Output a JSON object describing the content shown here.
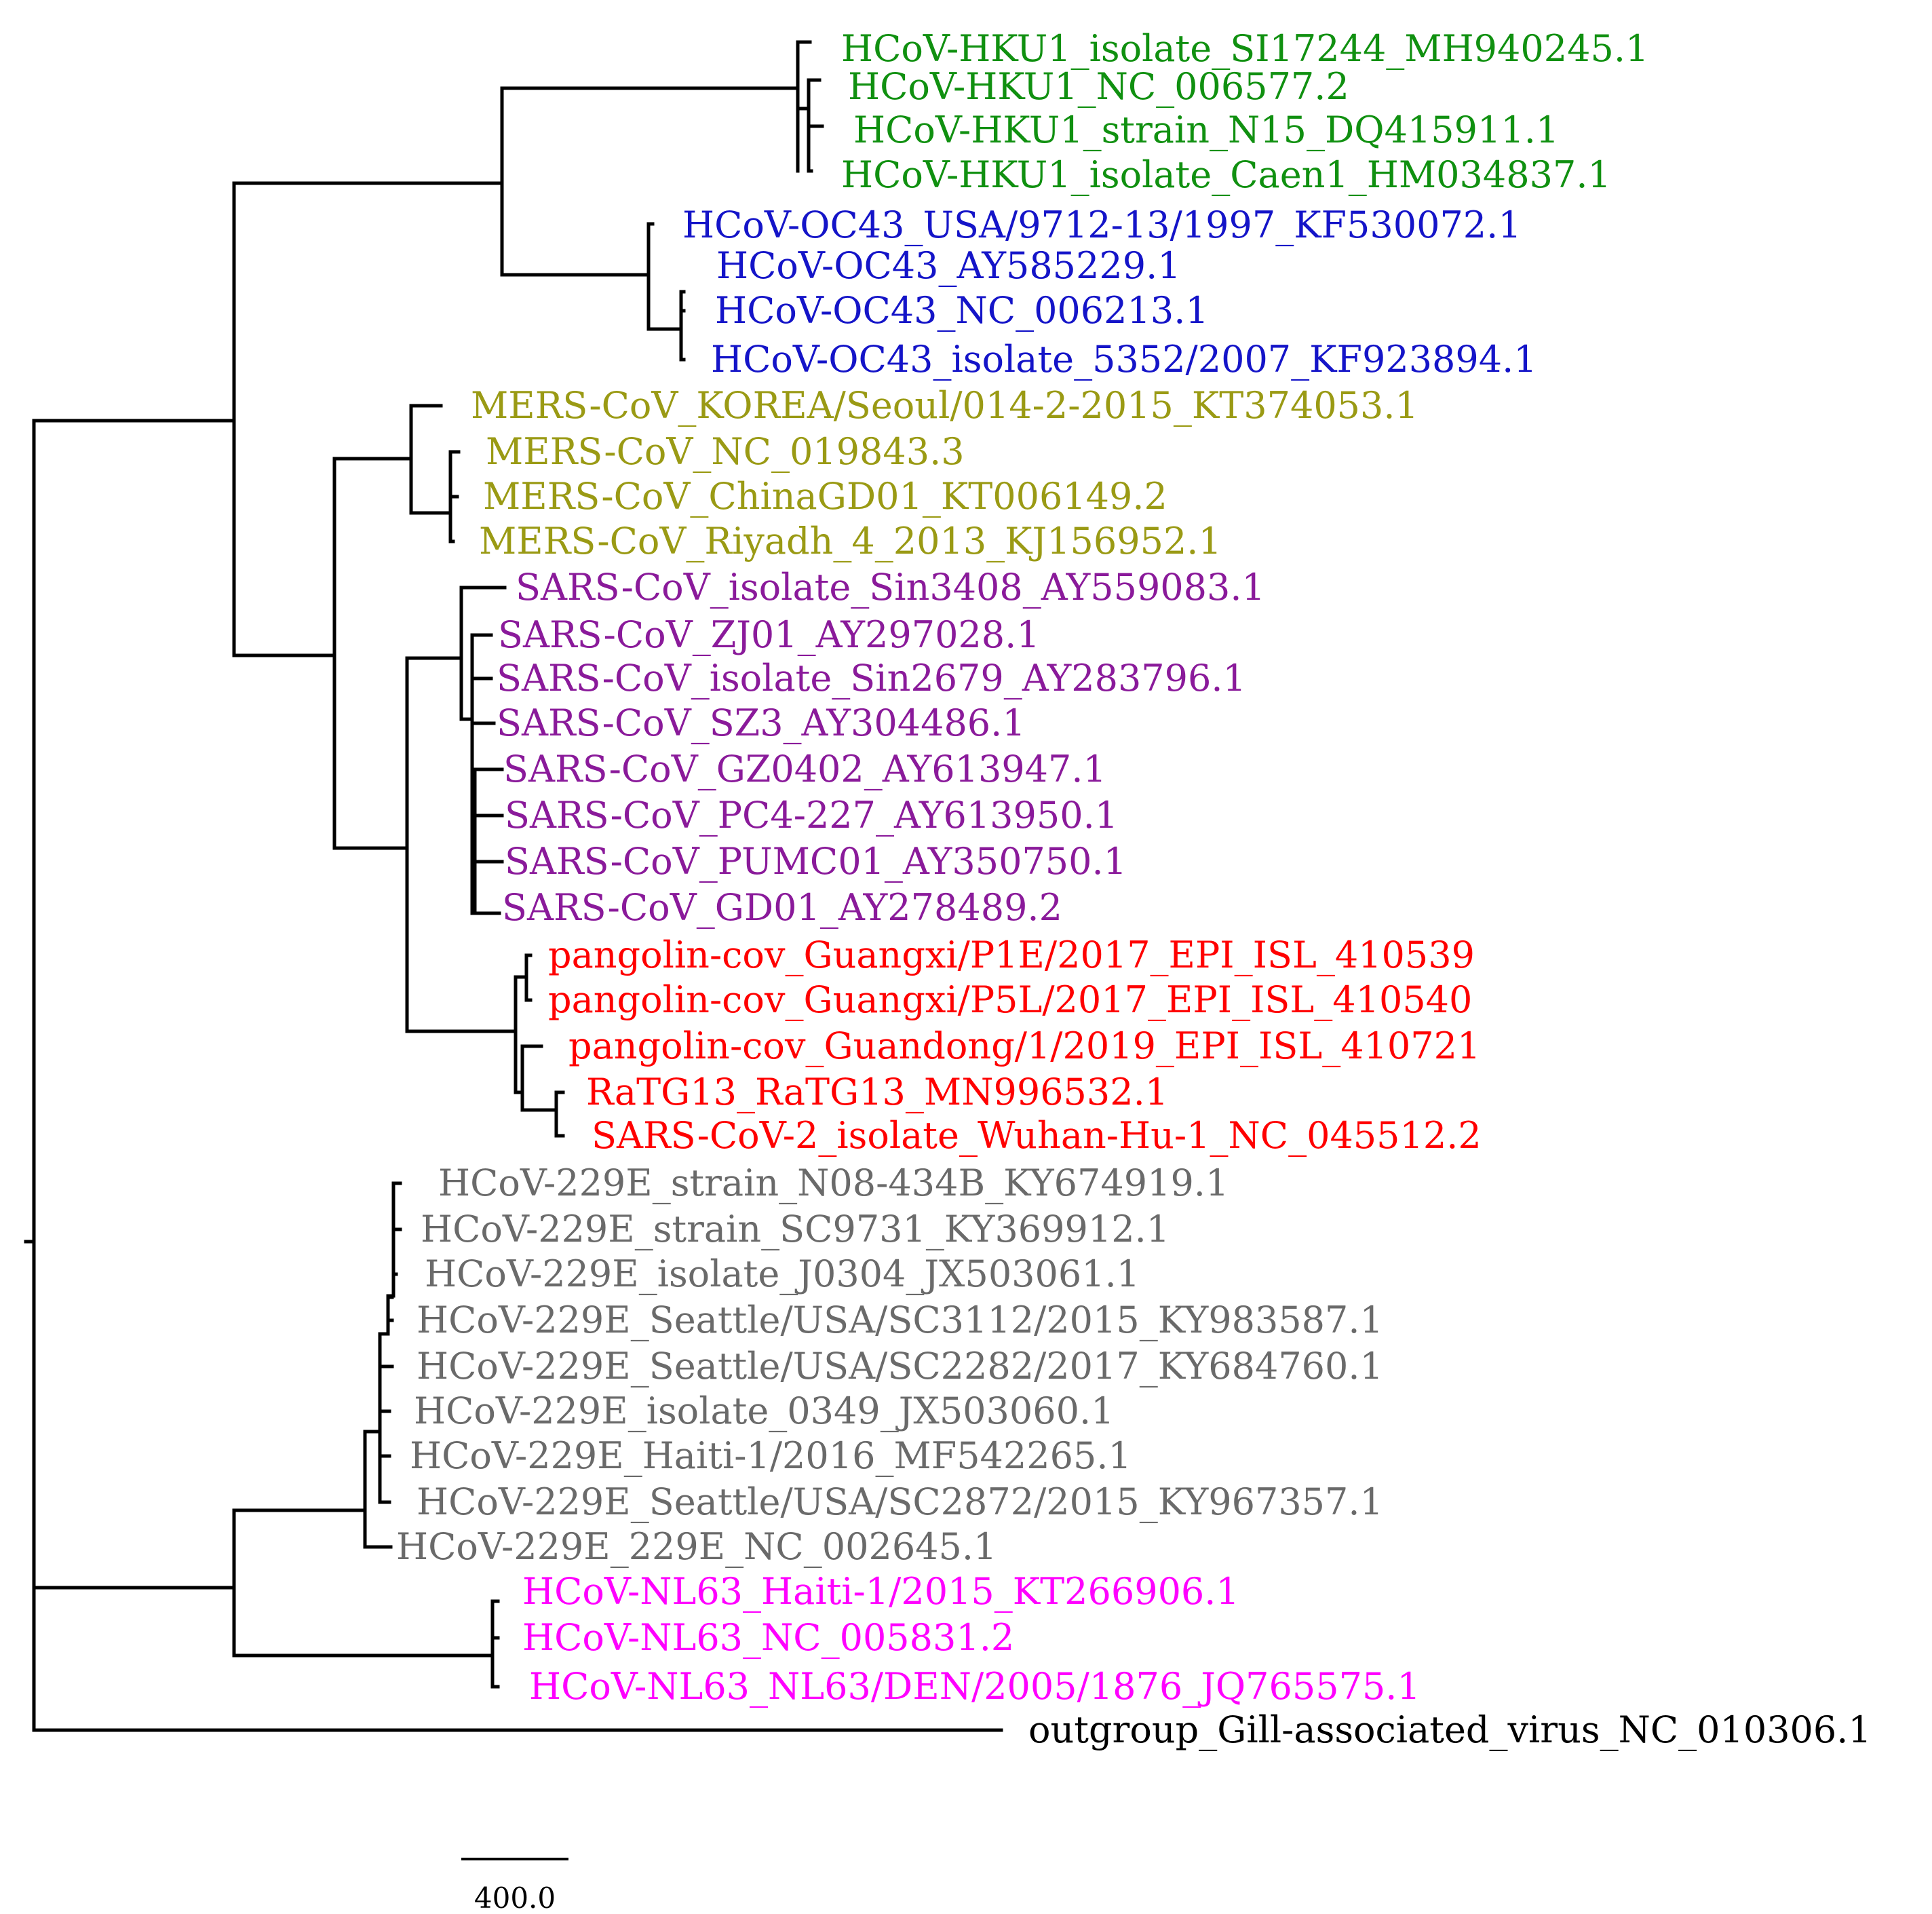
{
  "tree": {
    "colors": {
      "hku1": "#109010",
      "oc43": "#1414c8",
      "mers": "#9a9a14",
      "sars": "#8a1a9a",
      "sarscov2": "#ff0000",
      "e229": "#6a6a6a",
      "nl63": "#ff00ff",
      "outgroup": "#000000",
      "branch": "#000000"
    },
    "groups": [
      {
        "name": "hku1",
        "taxa": [
          "HCoV-HKU1_isolate_SI17244_MH940245.1",
          "HCoV-HKU1_NC_006577.2",
          "HCoV-HKU1_strain_N15_DQ415911.1",
          "HCoV-HKU1_isolate_Caen1_HM034837.1"
        ]
      },
      {
        "name": "oc43",
        "taxa": [
          "HCoV-OC43_USA/9712-13/1997_KF530072.1",
          "HCoV-OC43_AY585229.1",
          "HCoV-OC43_NC_006213.1",
          "HCoV-OC43_isolate_5352/2007_KF923894.1"
        ]
      },
      {
        "name": "mers",
        "taxa": [
          "MERS-CoV_KOREA/Seoul/014-2-2015_KT374053.1",
          "MERS-CoV_NC_019843.3",
          "MERS-CoV_ChinaGD01_KT006149.2",
          "MERS-CoV_Riyadh_4_2013_KJ156952.1"
        ]
      },
      {
        "name": "sars",
        "taxa": [
          "SARS-CoV_isolate_Sin3408_AY559083.1",
          "SARS-CoV_ZJ01_AY297028.1",
          "SARS-CoV_isolate_Sin2679_AY283796.1",
          "SARS-CoV_SZ3_AY304486.1",
          "SARS-CoV_GZ0402_AY613947.1",
          "SARS-CoV_PC4-227_AY613950.1",
          "SARS-CoV_PUMC01_AY350750.1",
          "SARS-CoV_GD01_AY278489.2"
        ]
      },
      {
        "name": "sarscov2",
        "taxa": [
          "pangolin-cov_Guangxi/P1E/2017_EPI_ISL_410539",
          "pangolin-cov_Guangxi/P5L/2017_EPI_ISL_410540",
          "pangolin-cov_Guandong/1/2019_EPI_ISL_410721",
          "RaTG13_RaTG13_MN996532.1",
          "SARS-CoV-2_isolate_Wuhan-Hu-1_NC_045512.2"
        ]
      },
      {
        "name": "e229",
        "taxa": [
          "HCoV-229E_strain_N08-434B_KY674919.1",
          "HCoV-229E_strain_SC9731_KY369912.1",
          "HCoV-229E_isolate_J0304_JX503061.1",
          "HCoV-229E_Seattle/USA/SC3112/2015_KY983587.1",
          "HCoV-229E_Seattle/USA/SC2282/2017_KY684760.1",
          "HCoV-229E_isolate_0349_JX503060.1",
          "HCoV-229E_Haiti-1/2016_MF542265.1",
          "HCoV-229E_Seattle/USA/SC2872/2015_KY967357.1",
          "HCoV-229E_229E_NC_002645.1"
        ]
      },
      {
        "name": "nl63",
        "taxa": [
          "HCoV-NL63_Haiti-1/2015_KT266906.1",
          "HCoV-NL63_NC_005831.2",
          "HCoV-NL63_NL63/DEN/2005/1876_JQ765575.1"
        ]
      },
      {
        "name": "outgroup",
        "taxa": [
          "outgroup_Gill-associated_virus_NC_010306.1"
        ]
      }
    ],
    "scale_bar_label": "400.0"
  }
}
